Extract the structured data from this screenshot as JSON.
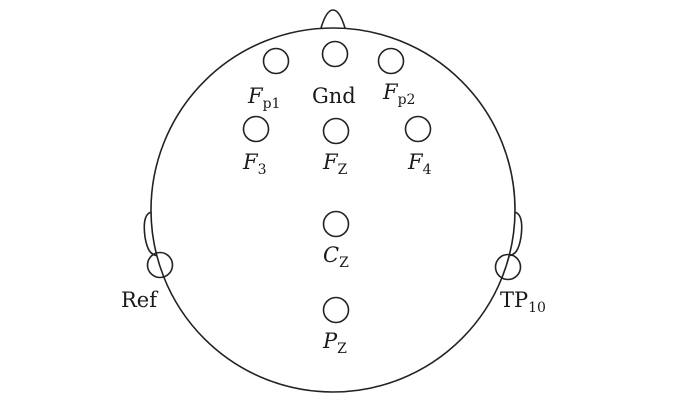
{
  "colors": {
    "stroke": "#222222",
    "text": "#1a1a1a",
    "background": "#ffffff"
  },
  "electrodes": {
    "fp1": {
      "main": "F",
      "sub": "p1"
    },
    "gnd": {
      "main": "Gnd",
      "sub": ""
    },
    "fp2": {
      "main": "F",
      "sub": "p2"
    },
    "f3": {
      "main": "F",
      "sub": "3"
    },
    "fz": {
      "main": "F",
      "sub": "Z"
    },
    "f4": {
      "main": "F",
      "sub": "4"
    },
    "cz": {
      "main": "C",
      "sub": "Z"
    },
    "pz": {
      "main": "P",
      "sub": "Z"
    },
    "ref": {
      "main": "Ref",
      "sub": ""
    },
    "tp10": {
      "main": "TP",
      "sub": "10"
    }
  }
}
